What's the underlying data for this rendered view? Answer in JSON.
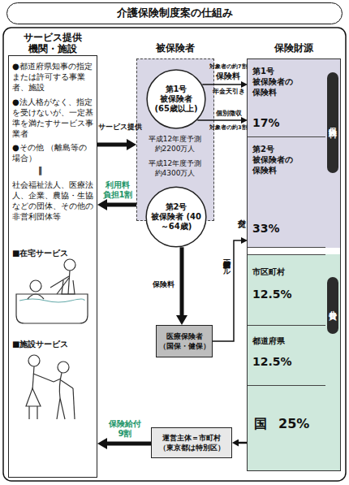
{
  "diagram": {
    "title": "介護保険制度案の仕組み",
    "nodes": [
      {
        "text": [
          "サービス提供 機関・施設",
          "●都道府県知事の指定または許可する事業者、施設",
          "●法人格がなく、指定を受けないが、一定基準を満たすサービス事業者",
          "●その他 （離島等の場合）",
          "‖",
          "社会福祉法人、医療法人、企業、農協・生協などの団体、その他の非営利団体等",
          "■在宅サービス",
          "■施設サービス"
        ]
      },
      {
        "text": [
          "被保険者",
          "平成12年度予測 約2200万人",
          "平成12年度予測 約4300万人"
        ]
      },
      {
        "text": [
          "第1号 被保険者 (65歳以上)"
        ],
        "in": 1
      },
      {
        "text": [
          "第2号 被保険者 (40～64歳)"
        ],
        "in": 1
      },
      {
        "text": [
          "医療保険者 （国保・健保）"
        ]
      },
      {
        "text": [
          "運営主体＝市町村 （東京都は特別区）"
        ]
      },
      {
        "text": [
          "保険財源"
        ]
      },
      {
        "text": [
          "第1号 被保険者の 保険料",
          "17%"
        ],
        "in": 6
      },
      {
        "text": [
          "第2号 被保険者の 保険料",
          "33%"
        ],
        "in": 6
      },
      {
        "text": [
          "保険料"
        ],
        "in": 6
      },
      {
        "text": [
          "市区町村",
          "12.5%"
        ],
        "in": 6
      },
      {
        "text": [
          "都道府県",
          "12.5%"
        ],
        "in": 6
      },
      {
        "text": [
          "国",
          "25%"
        ],
        "in": 6
      },
      {
        "text": [
          "公費"
        ],
        "in": 6
      }
    ],
    "edges": [
      {
        "from": 0,
        "to": 1,
        "label": "サービス提供",
        "arrow": "to"
      },
      {
        "from": 1,
        "to": 0,
        "label": "利用料 負担1割",
        "arrow": "to"
      },
      {
        "from": 2,
        "to": 7,
        "label": "年金天引き",
        "arrow": "to"
      },
      {
        "from": 2,
        "to": 7,
        "label": "個別徴収",
        "arrow": "to"
      },
      {
        "from": 3,
        "to": 4,
        "label": "保険料",
        "arrow": "to"
      },
      {
        "from": 4,
        "to": 8,
        "label": "一括納付・全国プール",
        "arrow": "to"
      },
      {
        "from": 5,
        "to": 0,
        "label": "保険給付 9割",
        "arrow": "to"
      },
      {
        "from": 6,
        "to": 5,
        "arrow": "to"
      }
    ],
    "labels": [
      "対象者の約7割",
      "保険料",
      "対象者の約3割",
      "交付"
    ]
  }
}
